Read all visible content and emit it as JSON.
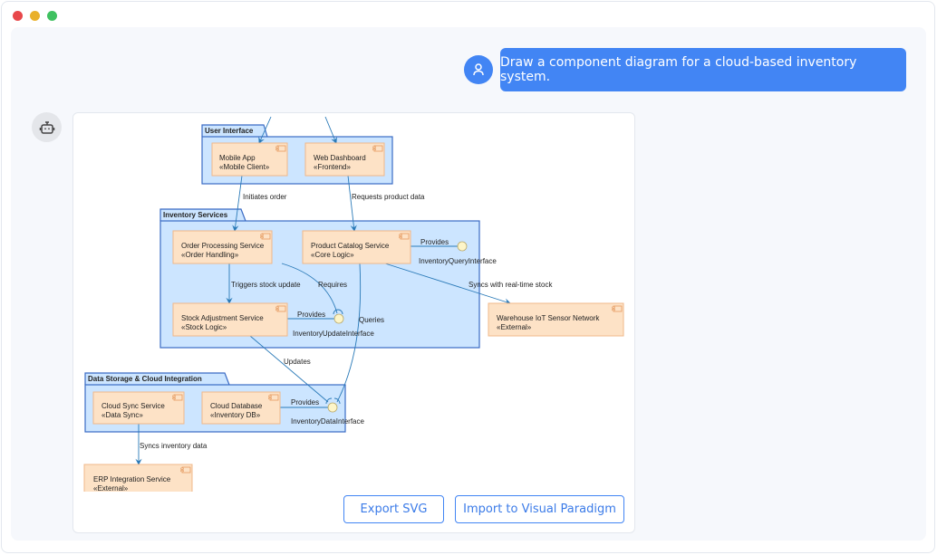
{
  "window": {
    "controls": [
      "close",
      "minimize",
      "maximize"
    ],
    "colors": {
      "close": "#e8474a",
      "minimize": "#e9b02a",
      "maximize": "#3fc160"
    }
  },
  "user_message": {
    "avatar_icon": "user-icon",
    "text": "Draw a component diagram for a cloud-based inventory system."
  },
  "assistant": {
    "avatar_icon": "robot-icon"
  },
  "diagram": {
    "packages": {
      "ui": "User Interface",
      "inventory": "Inventory Services",
      "data": "Data Storage & Cloud Integration"
    },
    "components": {
      "mobile": {
        "name": "Mobile App",
        "stereotype": "«Mobile Client»"
      },
      "web": {
        "name": "Web Dashboard",
        "stereotype": "«Frontend»"
      },
      "order": {
        "name": "Order Processing Service",
        "stereotype": "«Order Handling»"
      },
      "catalog": {
        "name": "Product Catalog Service",
        "stereotype": "«Core Logic»"
      },
      "stock": {
        "name": "Stock Adjustment Service",
        "stereotype": "«Stock Logic»"
      },
      "warehouse": {
        "name": "Warehouse IoT Sensor Network",
        "stereotype": "«External»"
      },
      "sync": {
        "name": "Cloud Sync Service",
        "stereotype": "«Data Sync»"
      },
      "db": {
        "name": "Cloud Database",
        "stereotype": "«Inventory DB»"
      },
      "erp": {
        "name": "ERP Integration Service",
        "stereotype": "«External»"
      }
    },
    "interfaces": {
      "query": "InventoryQueryInterface",
      "update": "InventoryUpdateInterface",
      "data": "InventoryDataInterface"
    },
    "edges": {
      "initiates": "Initiates order",
      "requests": "Requests product data",
      "triggers": "Triggers stock update",
      "requires": "Requires",
      "provides_update": "Provides",
      "provides_query": "Provides",
      "syncs_realtime": "Syncs with real-time stock",
      "queries": "Queries",
      "updates": "Updates",
      "provides_data": "Provides",
      "syncs_inventory": "Syncs inventory data"
    },
    "colors": {
      "package_fill": "#cce5ff",
      "package_stroke": "#3a6bc4",
      "component_fill": "#fde2c6",
      "component_stroke": "#f0b88a",
      "edge": "#2a7ab8",
      "interface_fill": "#fdf5c8"
    }
  },
  "actions": {
    "export": "Export SVG",
    "import": "Import to Visual Paradigm"
  }
}
